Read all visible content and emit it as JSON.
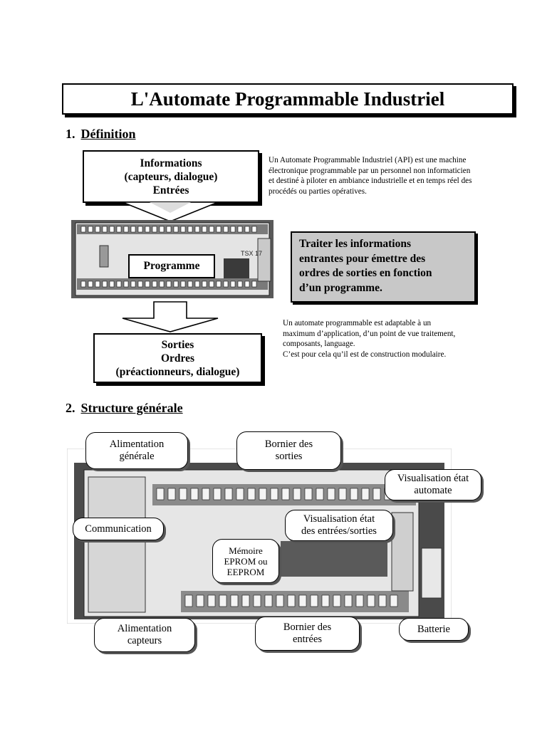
{
  "title": "L'Automate Programmable Industriel",
  "sections": {
    "definition": {
      "number": "1.",
      "heading": "Définition"
    },
    "structure": {
      "number": "2.",
      "heading": "Structure générale"
    }
  },
  "definition": {
    "inputs_box": [
      "Informations",
      "(capteurs, dialogue)",
      "Entrées"
    ],
    "program_label": "Programme",
    "device_model": "TSX 17",
    "outputs_box": [
      "Sorties",
      "Ordres",
      "(préactionneurs, dialogue)"
    ],
    "paragraph1": [
      "Un Automate Programmable Industriel (API) est une machine",
      "électronique programmable par un personnel non informaticien",
      "et destiné à piloter en ambiance industrielle et en temps réel des",
      "procédés ou parties opératives."
    ],
    "process_box": [
      "Traiter les informations",
      "entrantes pour émettre des",
      "ordres de sorties en fonction",
      "d’un programme."
    ],
    "paragraph2": [
      "Un automate programmable est adaptable à un",
      "maximum d’application, d’un point de vue traitement,",
      "composants, language.",
      "C’est pour cela qu’il est de construction modulaire."
    ]
  },
  "structure": {
    "callouts": {
      "power_general": [
        "Alimentation",
        "générale"
      ],
      "output_terminal": [
        "Bornier des",
        "sorties"
      ],
      "state_display": [
        "Visualisation état",
        "automate"
      ],
      "communication": [
        "Communication"
      ],
      "io_display": [
        "Visualisation état",
        "des entrées/sorties"
      ],
      "memory": [
        "Mémoire",
        "EPROM ou",
        "EEPROM"
      ],
      "power_sensors": [
        "Alimentation",
        "capteurs"
      ],
      "input_terminal": [
        "Bornier des",
        "entrées"
      ],
      "battery": [
        "Batterie"
      ]
    }
  }
}
